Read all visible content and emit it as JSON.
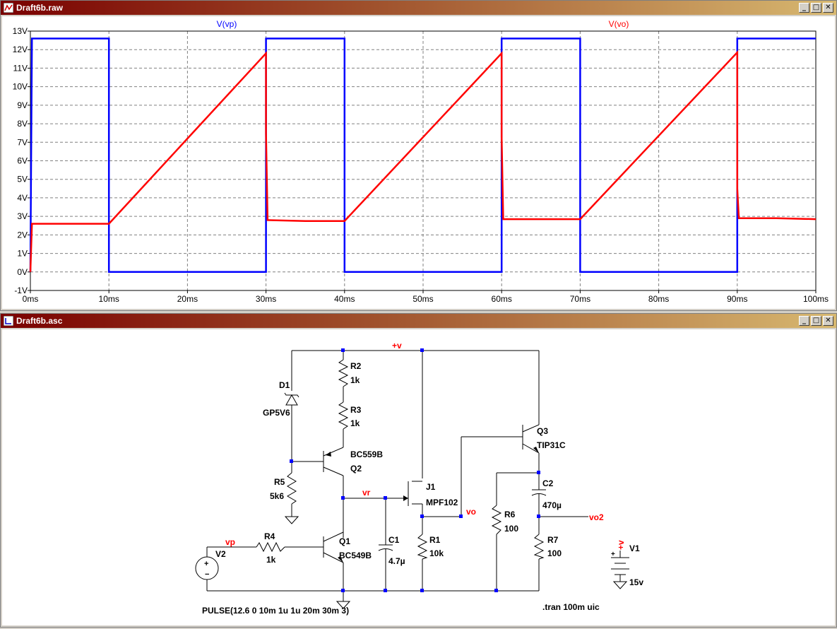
{
  "plot_window": {
    "title": "Draft6b.raw",
    "buttons": [
      "_",
      "□",
      "✕"
    ]
  },
  "schematic_window": {
    "title": "Draft6b.asc",
    "buttons": [
      "_",
      "□",
      "✕"
    ]
  },
  "chart_data": {
    "type": "line",
    "xlabel": "",
    "ylabel": "",
    "xlim": [
      0,
      100
    ],
    "ylim": [
      -1,
      13
    ],
    "x_ticks": [
      "0ms",
      "10ms",
      "20ms",
      "30ms",
      "40ms",
      "50ms",
      "60ms",
      "70ms",
      "80ms",
      "90ms",
      "100ms"
    ],
    "y_ticks": [
      "-1V",
      "0V",
      "1V",
      "2V",
      "3V",
      "4V",
      "5V",
      "6V",
      "7V",
      "8V",
      "9V",
      "10V",
      "11V",
      "12V",
      "13V"
    ],
    "grid": true,
    "series": [
      {
        "name": "V(vp)",
        "color": "#0000ff",
        "x": [
          0,
          0.2,
          10,
          10,
          30,
          30,
          40,
          40,
          60,
          60,
          70,
          70,
          90,
          90,
          100
        ],
        "y": [
          0,
          12.6,
          12.6,
          0,
          0,
          12.6,
          12.6,
          0,
          0,
          12.6,
          12.6,
          0,
          0,
          12.6,
          12.6
        ]
      },
      {
        "name": "V(vo)",
        "color": "#ff0000",
        "x": [
          0,
          0.2,
          10,
          30,
          30,
          30.2,
          35,
          40,
          60,
          60,
          60.2,
          65,
          70,
          90,
          90,
          90.2,
          95,
          100
        ],
        "y": [
          0,
          2.6,
          2.6,
          11.8,
          7.5,
          2.8,
          2.75,
          2.75,
          11.8,
          7.3,
          2.85,
          2.85,
          2.85,
          11.85,
          4.5,
          2.9,
          2.9,
          2.85
        ]
      }
    ]
  },
  "schematic": {
    "labels": {
      "vcc": "+v",
      "d1": "D1",
      "d1v": "GP5V6",
      "r2": "R2",
      "r2v": "1k",
      "r3": "R3",
      "r3v": "1k",
      "q2t": "BC559B",
      "q2": "Q2",
      "r5": "R5",
      "r5v": "5k6",
      "vr": "vr",
      "j1": "J1",
      "j1t": "MPF102",
      "vo": "vo",
      "r1": "R1",
      "r1v": "10k",
      "c1": "C1",
      "c1v": "4.7µ",
      "q1": "Q1",
      "q1t": "BC549B",
      "r4": "R4",
      "r4v": "1k",
      "vp": "vp",
      "v2": "V2",
      "q3": "Q3",
      "q3t": "TIP31C",
      "c2": "C2",
      "c2v": "470µ",
      "vo2": "vo2",
      "r6": "R6",
      "r6v": "100",
      "r7": "R7",
      "r7v": "100",
      "v1": "V1",
      "v1v": "15v",
      "v1p": "+v",
      "pulse": "PULSE(12.6 0 10m 1u 1u 20m 30m 3)",
      "tran": ".tran 100m uic"
    }
  }
}
